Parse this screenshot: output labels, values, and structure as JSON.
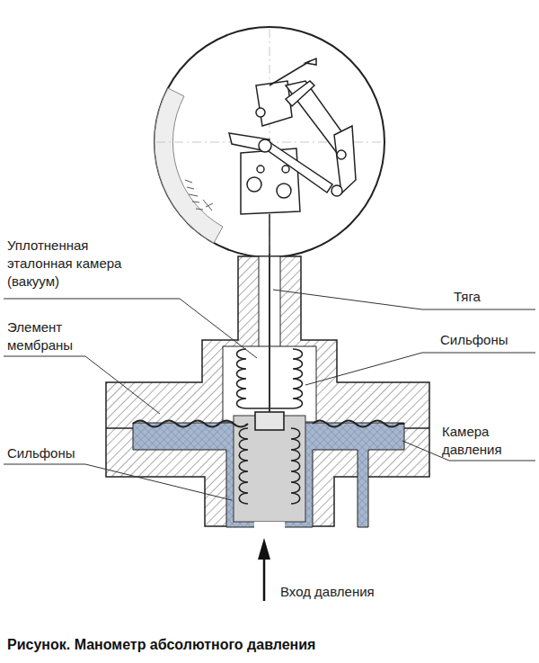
{
  "diagram": {
    "caption": "Рисунок. Манометр абсолютного давления",
    "labels": [
      "Уплотненная эталонная камера (вакуум)",
      "Тяга",
      "Элемент мембраны",
      "Сильфоны",
      "Камера давления",
      "Сильфоны",
      "Вход давления"
    ]
  }
}
